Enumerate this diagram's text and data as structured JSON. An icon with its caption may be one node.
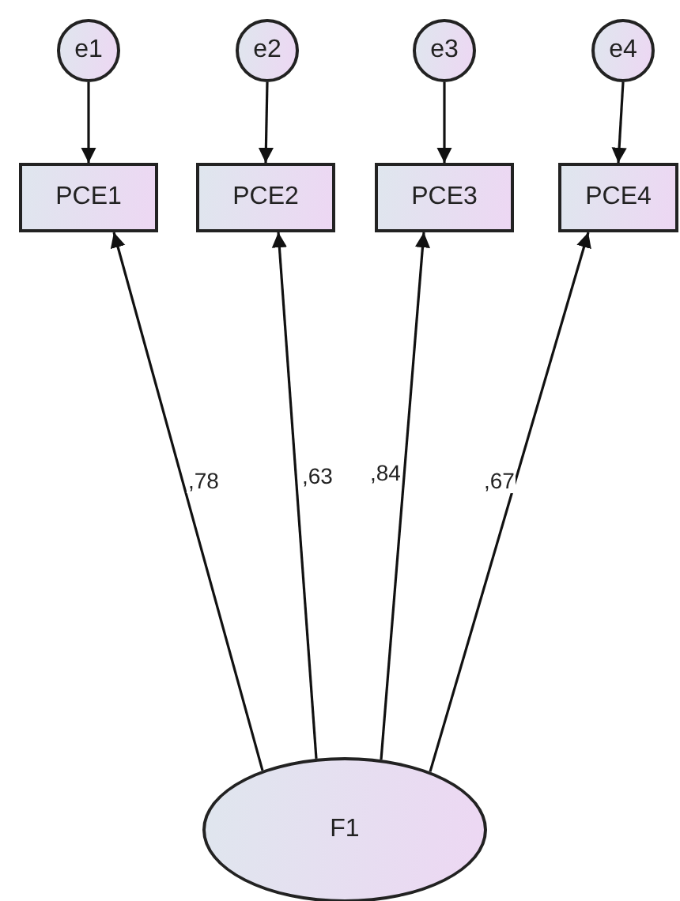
{
  "diagram": {
    "nodes": [
      {
        "text": [
          "e1"
        ]
      },
      {
        "text": [
          "e2"
        ]
      },
      {
        "text": [
          "e3"
        ]
      },
      {
        "text": [
          "e4"
        ]
      },
      {
        "text": [
          "PCE1"
        ]
      },
      {
        "text": [
          "PCE2"
        ]
      },
      {
        "text": [
          "PCE3"
        ]
      },
      {
        "text": [
          "PCE4"
        ]
      },
      {
        "text": [
          "F1"
        ]
      }
    ],
    "edges": [
      {
        "from": 0,
        "to": 4,
        "arrow": "to"
      },
      {
        "from": 1,
        "to": 5,
        "arrow": "to"
      },
      {
        "from": 2,
        "to": 6,
        "arrow": "to"
      },
      {
        "from": 3,
        "to": 7,
        "arrow": "to"
      },
      {
        "from": 8,
        "to": 4,
        "arrow": "to",
        "label": ",78"
      },
      {
        "from": 8,
        "to": 5,
        "arrow": "to",
        "label": ",63"
      },
      {
        "from": 8,
        "to": 6,
        "arrow": "to",
        "label": ",84"
      },
      {
        "from": 8,
        "to": 7,
        "arrow": "to",
        "label": ",67"
      }
    ]
  }
}
